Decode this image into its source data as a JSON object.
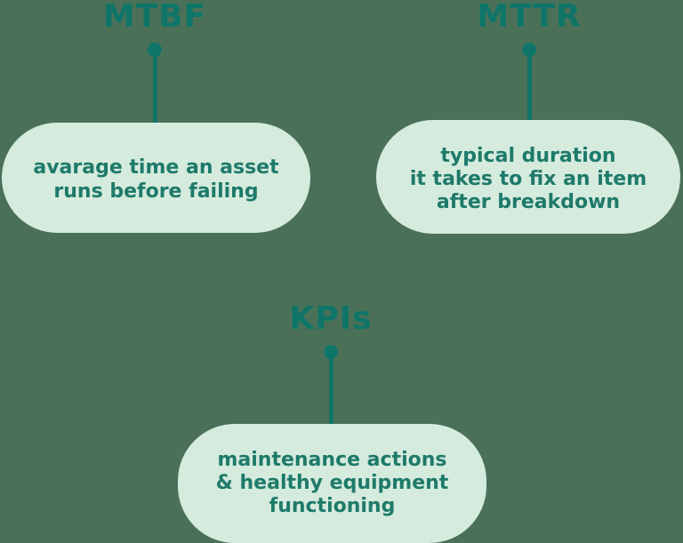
{
  "colors": {
    "background": "#4A7158",
    "pill_fill": "#D5EBDD",
    "accent_teal": "#0F7569",
    "body_teal": "#1E7A6A"
  },
  "nodes": [
    {
      "id": "mtbf",
      "title": "MTBF",
      "description_lines": [
        "avarage time an asset",
        "runs before failing"
      ]
    },
    {
      "id": "mttr",
      "title": "MTTR",
      "description_lines": [
        "typical duration",
        "it takes to fix an item",
        "after breakdown"
      ]
    },
    {
      "id": "kpis",
      "title": "KPIs",
      "description_lines": [
        "maintenance actions",
        "& healthy equipment",
        "functioning"
      ]
    }
  ]
}
